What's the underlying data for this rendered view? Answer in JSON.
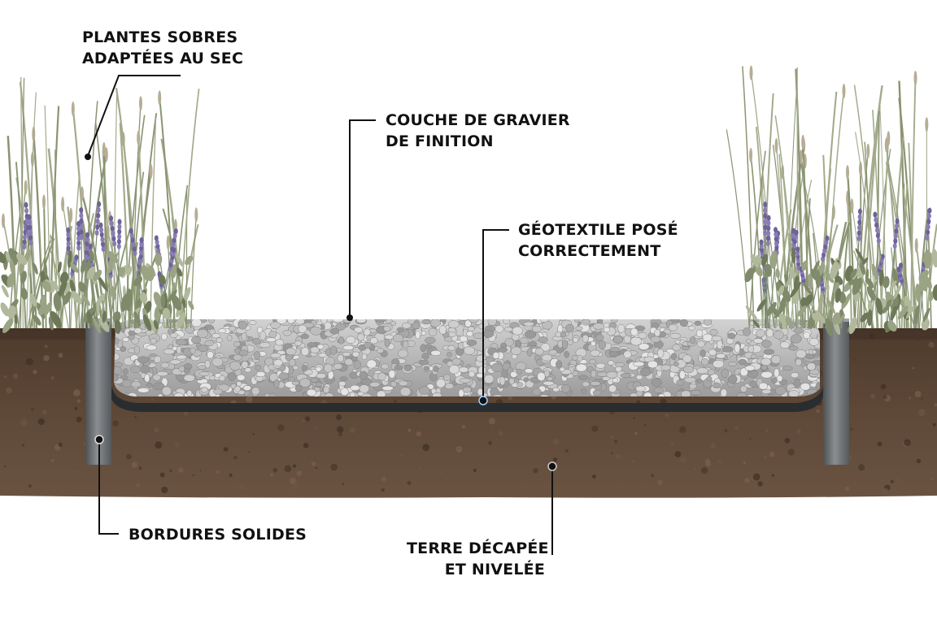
{
  "labels": {
    "plants": [
      "PLANTES SOBRES",
      "ADAPTÉES AU SEC"
    ],
    "gravel": [
      "COUCHE DE GRAVIER",
      "DE FINITION"
    ],
    "geotextile": [
      "GÉOTEXTILE POSÉ",
      "CORRECTEMENT"
    ],
    "borders": [
      "BORDURES SOLIDES"
    ],
    "soil": [
      "TERRE DÉCAPÉE",
      "ET NIVELÉE"
    ]
  },
  "colors": {
    "soil": "#5b4636",
    "soil_dark": "#3f3026",
    "gravel": "#b9b9b9",
    "geotextile": "#2a2d30",
    "border_steel": "#6e7275",
    "lavender": "#7b6ea6",
    "grass": "#8a9472",
    "leader": "#111111"
  }
}
